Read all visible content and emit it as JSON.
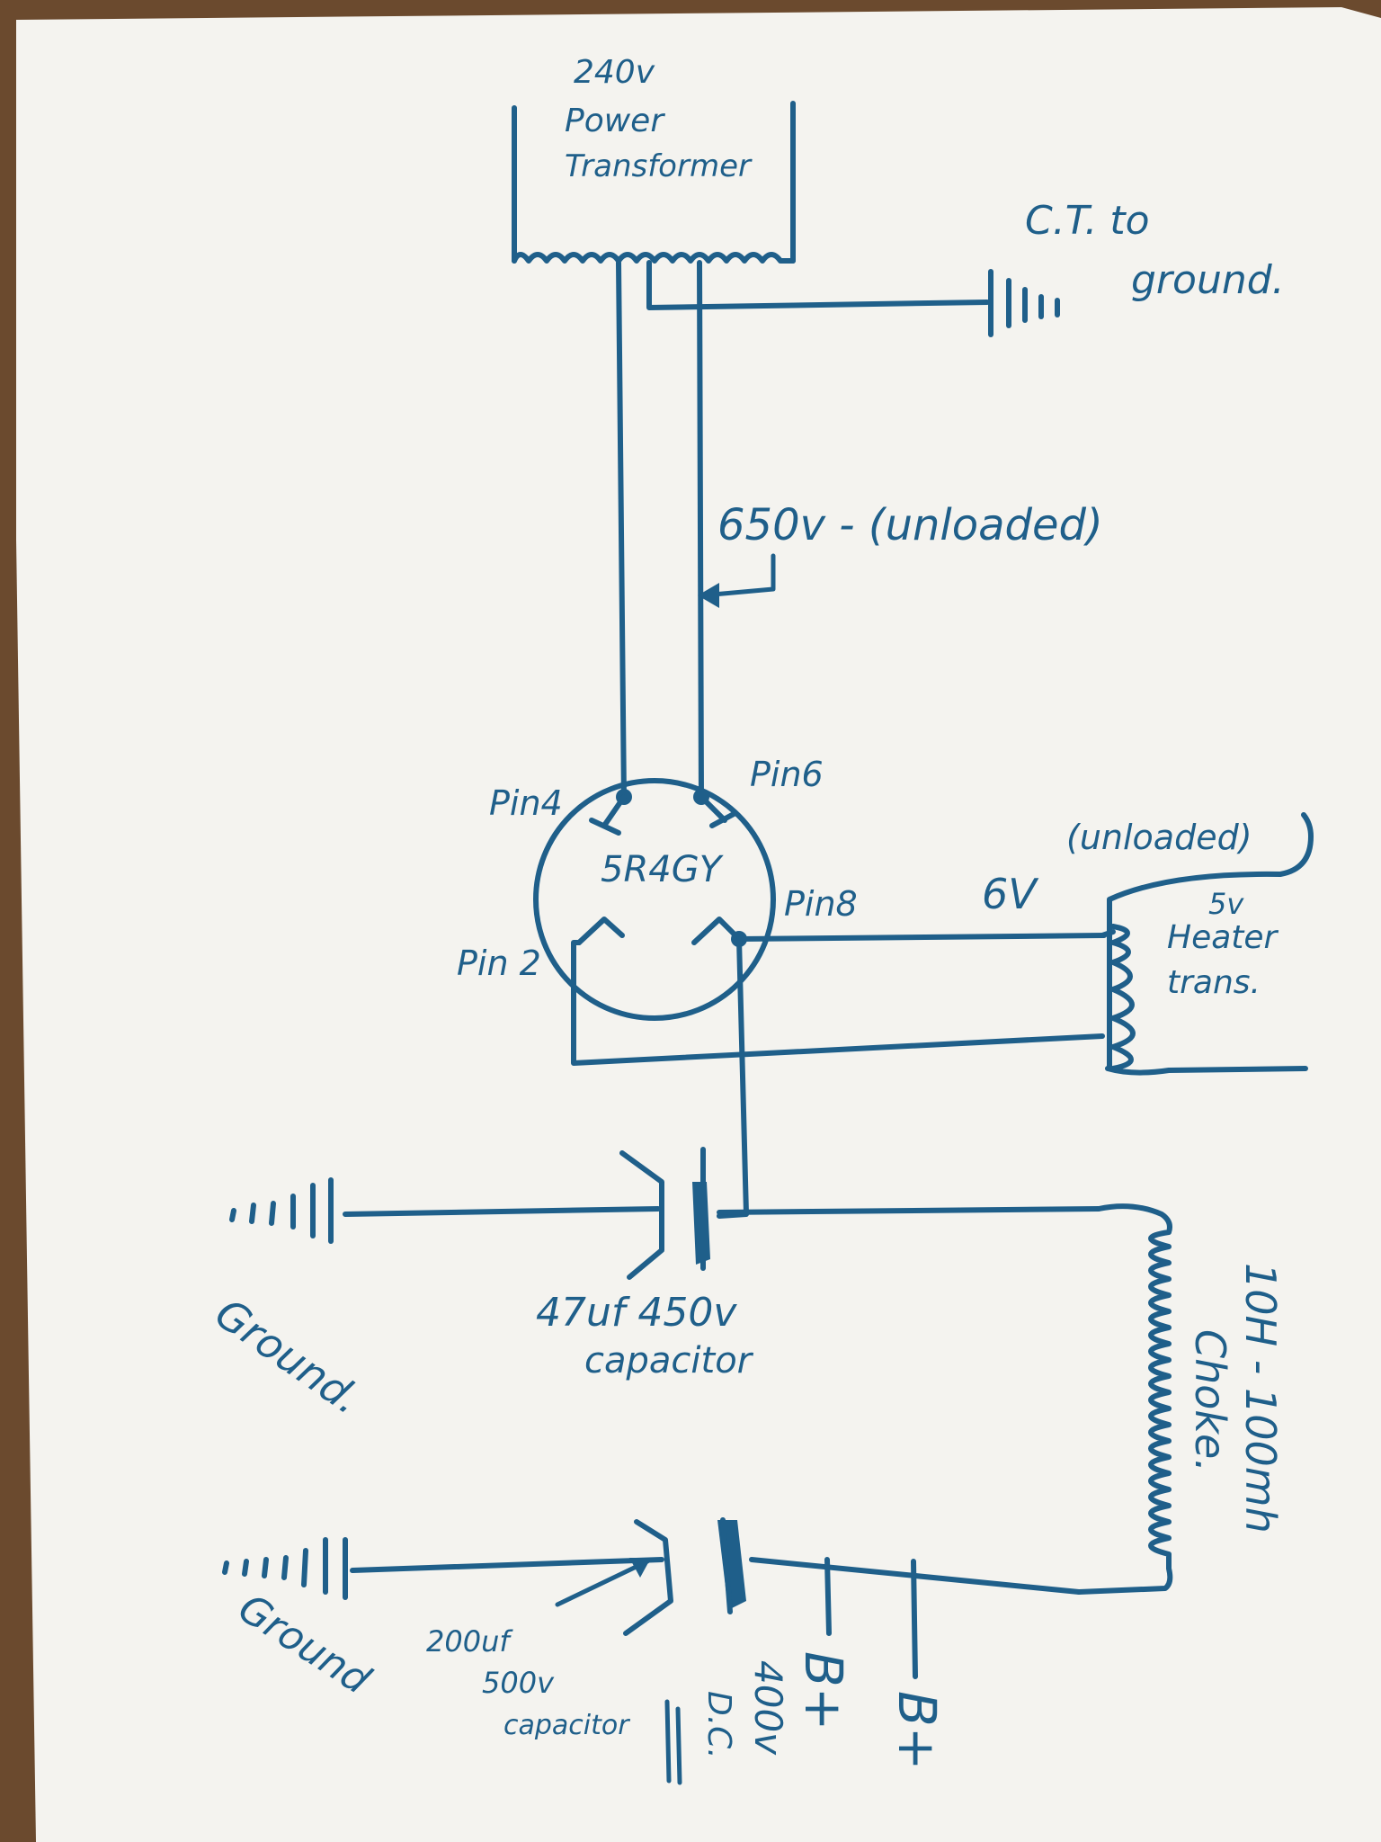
{
  "labels": {
    "transformer_line1": "240v",
    "transformer_line2": "Power",
    "transformer_line3": "Transformer",
    "ct_line1": "C.T. to",
    "ct_line2": "ground.",
    "hv_voltage": "650v - (unloaded)",
    "pin4": "Pin4",
    "pin6": "Pin6",
    "pin2": "Pin 2",
    "pin8": "Pin8",
    "tube": "5R4GY",
    "heater_voltage": "6V",
    "heater_unloaded": "(unloaded)",
    "heater_5v": "5v",
    "heater_line1": "Heater",
    "heater_line2": "trans.",
    "cap1_line1": "47uf 450v",
    "cap1_line2": "capacitor",
    "ground1": "Ground.",
    "choke_line1": "10H - 100mh",
    "choke_line2": "Choke.",
    "cap2_line1": "200uf",
    "cap2_line2": "500v",
    "cap2_line3": "capacitor",
    "ground2": "Ground",
    "dc_line1": "400v",
    "dc_line2": "D.C.",
    "bplus1": "B+",
    "bplus2": "B+"
  },
  "colors": {
    "ink": "#1f5f8a",
    "paper": "#f4f3ef",
    "table": "#6b4a2e"
  }
}
